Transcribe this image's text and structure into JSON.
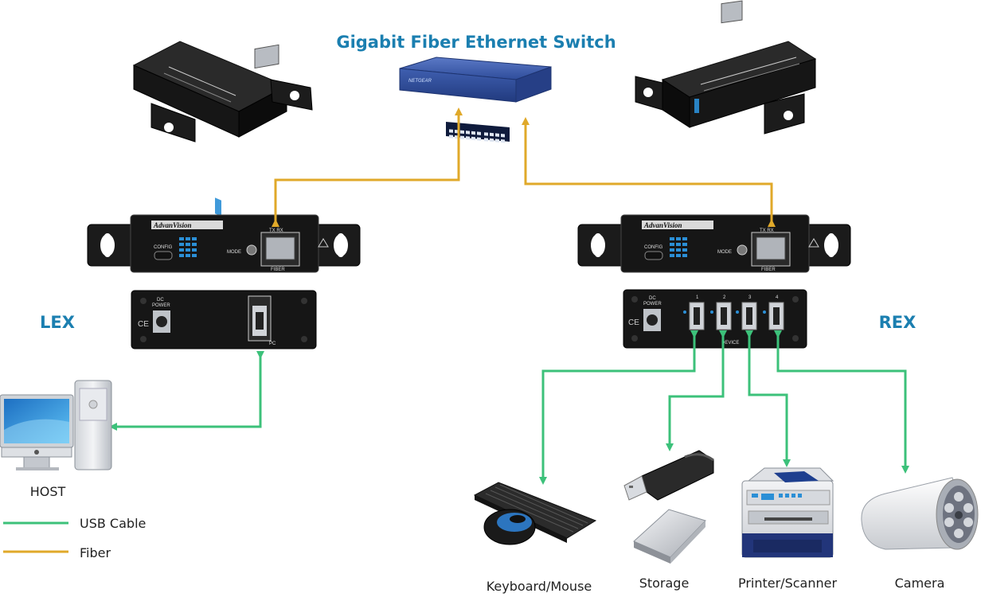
{
  "title": "Gigabit Fiber Ethernet Switch",
  "lex_label": "LEX",
  "rex_label": "REX",
  "host_label": "HOST",
  "devices": {
    "keyboard_mouse": "Keyboard/Mouse",
    "storage": "Storage",
    "printer_scanner": "Printer/Scanner",
    "camera": "Camera"
  },
  "legend": {
    "usb": "USB Cable",
    "fiber": "Fiber"
  },
  "panel": {
    "brand": "AdvanVision",
    "config": "CONFIG",
    "mode": "MODE",
    "txrx": "TX RX",
    "fiber": "FIBER",
    "dc_power": "DC",
    "power": "POWER",
    "pc": "PC",
    "device": "DEVICE",
    "ports": [
      "1",
      "2",
      "3",
      "4"
    ]
  },
  "switch_brand": "NETGEAR",
  "colors": {
    "usb": "#3cc17a",
    "fiber": "#e0a92a",
    "title": "#1b7fb0"
  }
}
